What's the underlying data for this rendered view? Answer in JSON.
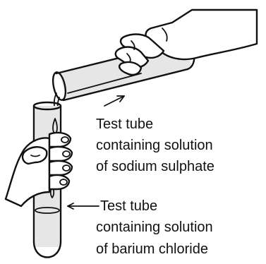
{
  "labels": {
    "upper_tube": {
      "line1": "Test tube",
      "line2": "containing solution",
      "line3": "of sodium sulphate"
    },
    "lower_tube": {
      "line1": "Test tube",
      "line2": "containing solution",
      "line3": "of barium chloride"
    }
  },
  "colors": {
    "ink": "#111111",
    "background": "#ffffff",
    "shading": "#e6e6e6"
  }
}
